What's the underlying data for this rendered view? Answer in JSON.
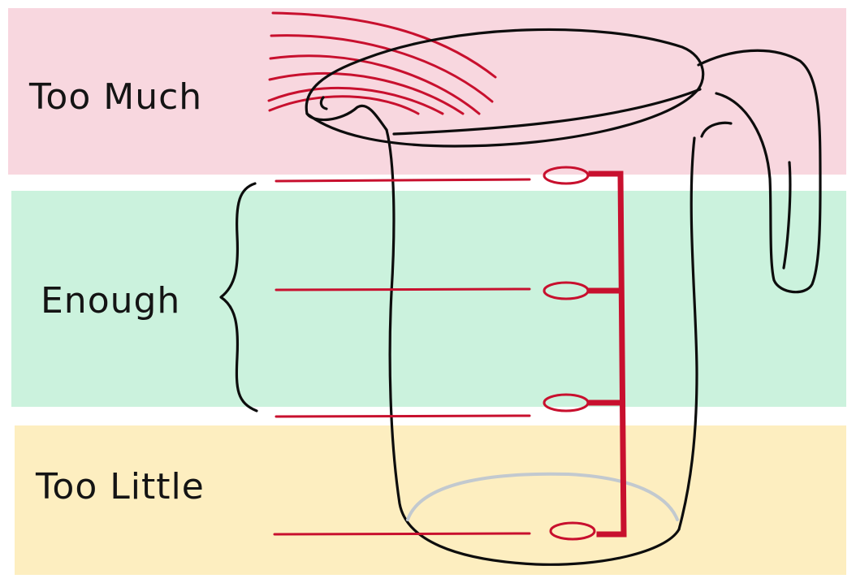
{
  "labels": {
    "too_much": "Too Much",
    "enough": "Enough",
    "too_little": "Too Little"
  },
  "colors": {
    "too_much_band": "#f8d7df",
    "enough_band": "#cbf2dd",
    "too_little_band": "#fdeec0",
    "marking_red": "#c8102e",
    "outline": "#0d0d0d",
    "liquid_surface": "#c2c9cf"
  }
}
